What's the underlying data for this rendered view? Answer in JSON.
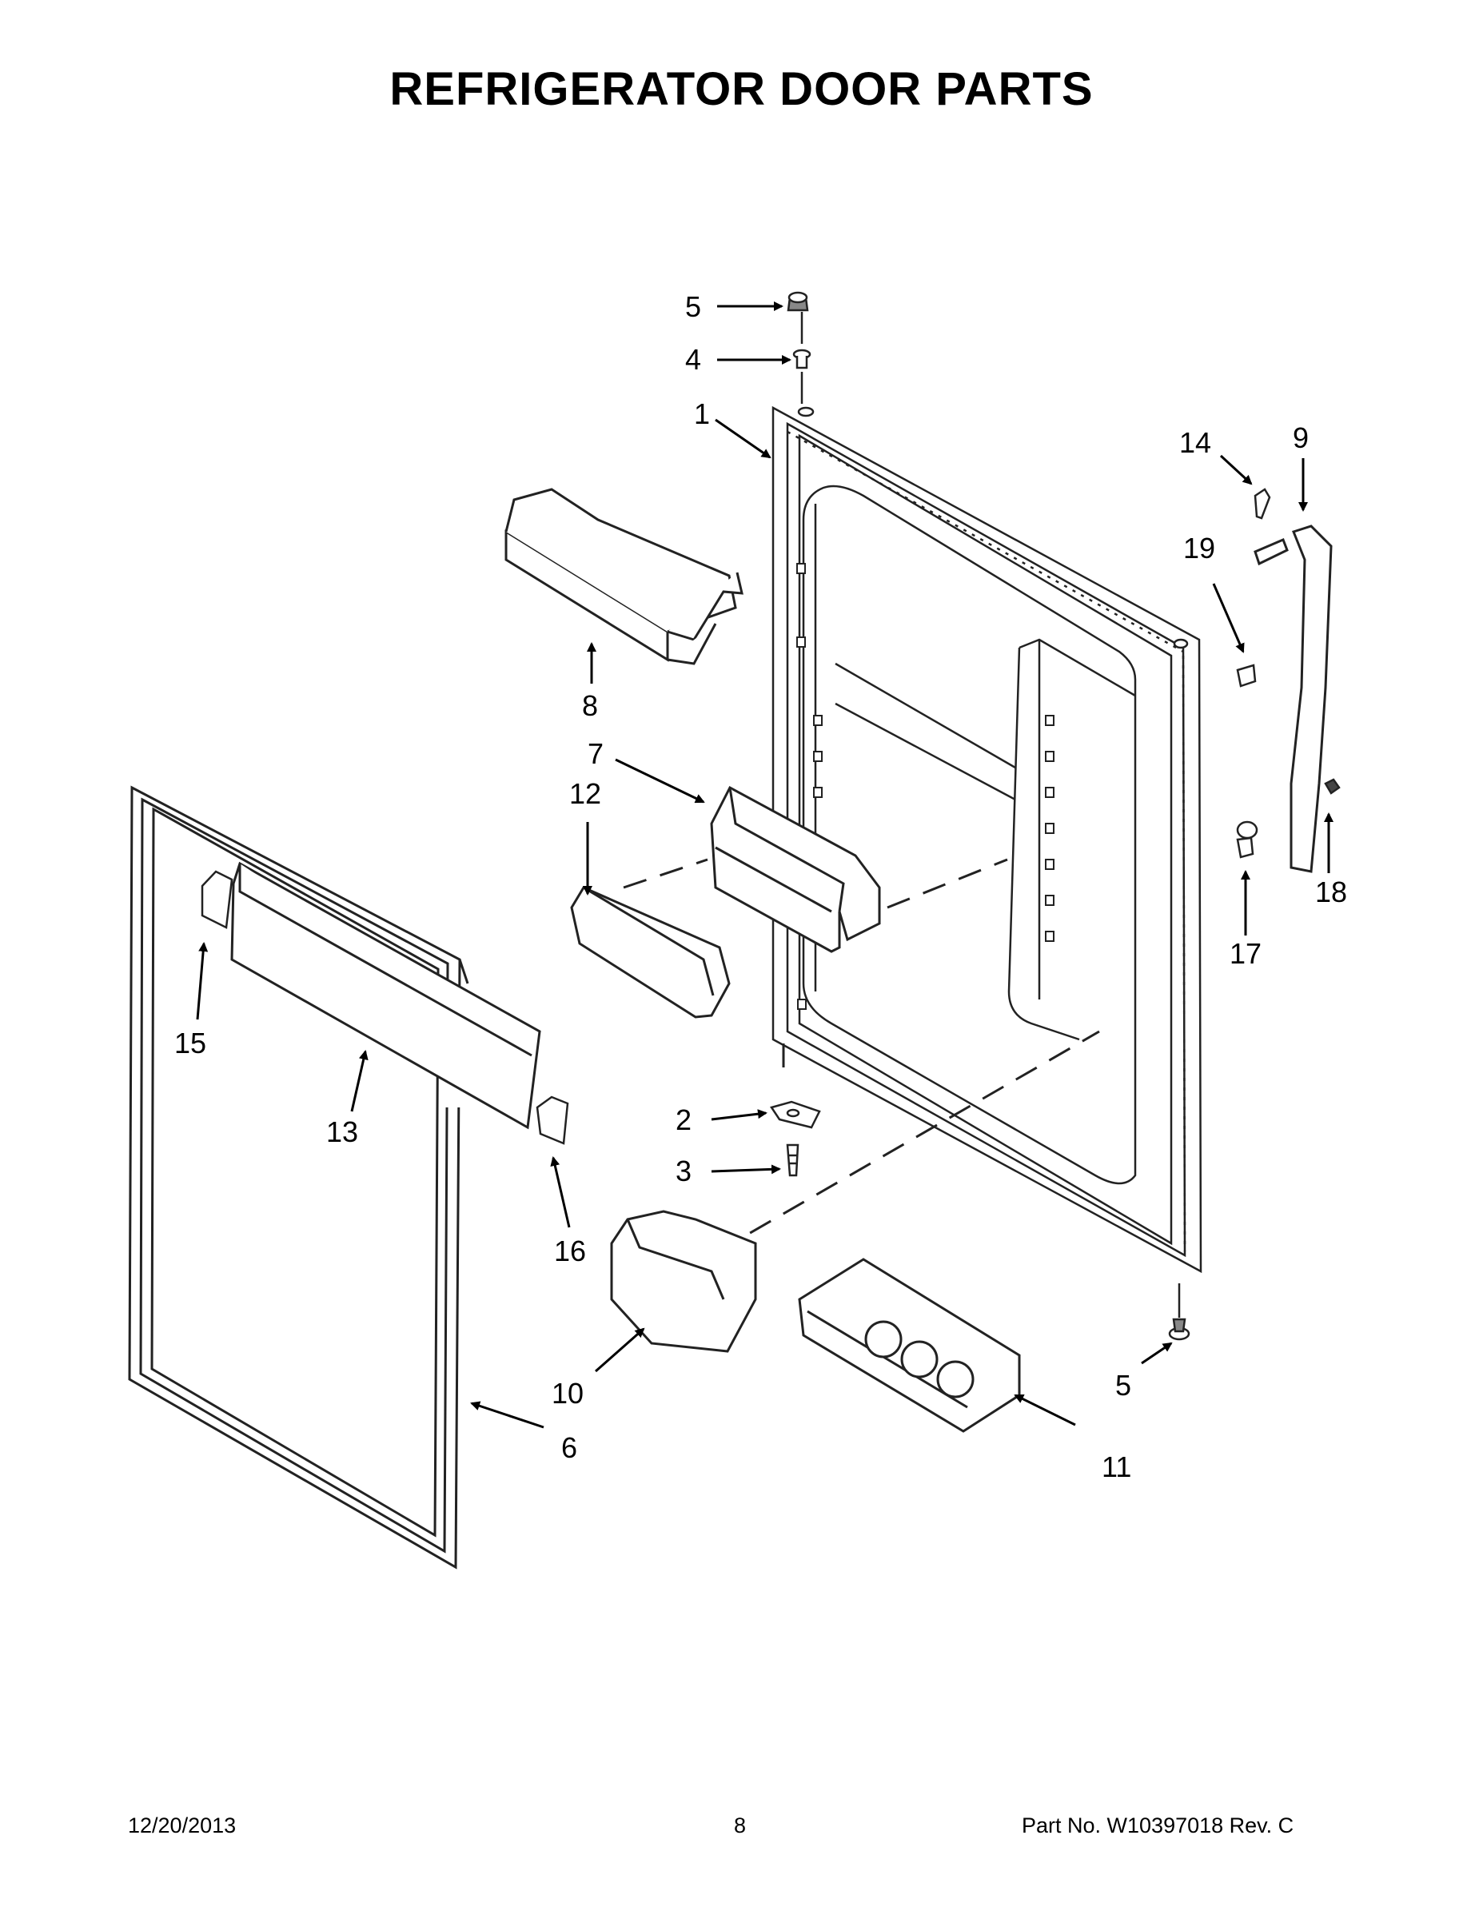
{
  "title": "REFRIGERATOR DOOR PARTS",
  "footer": {
    "date": "12/20/2013",
    "page": "8",
    "part": "Part No.  W10397018  Rev.  C"
  },
  "callouts": [
    "5",
    "4",
    "1",
    "14",
    "9",
    "19",
    "8",
    "7",
    "12",
    "17",
    "18",
    "15",
    "13",
    "2",
    "3",
    "16",
    "10",
    "5",
    "6",
    "11"
  ]
}
